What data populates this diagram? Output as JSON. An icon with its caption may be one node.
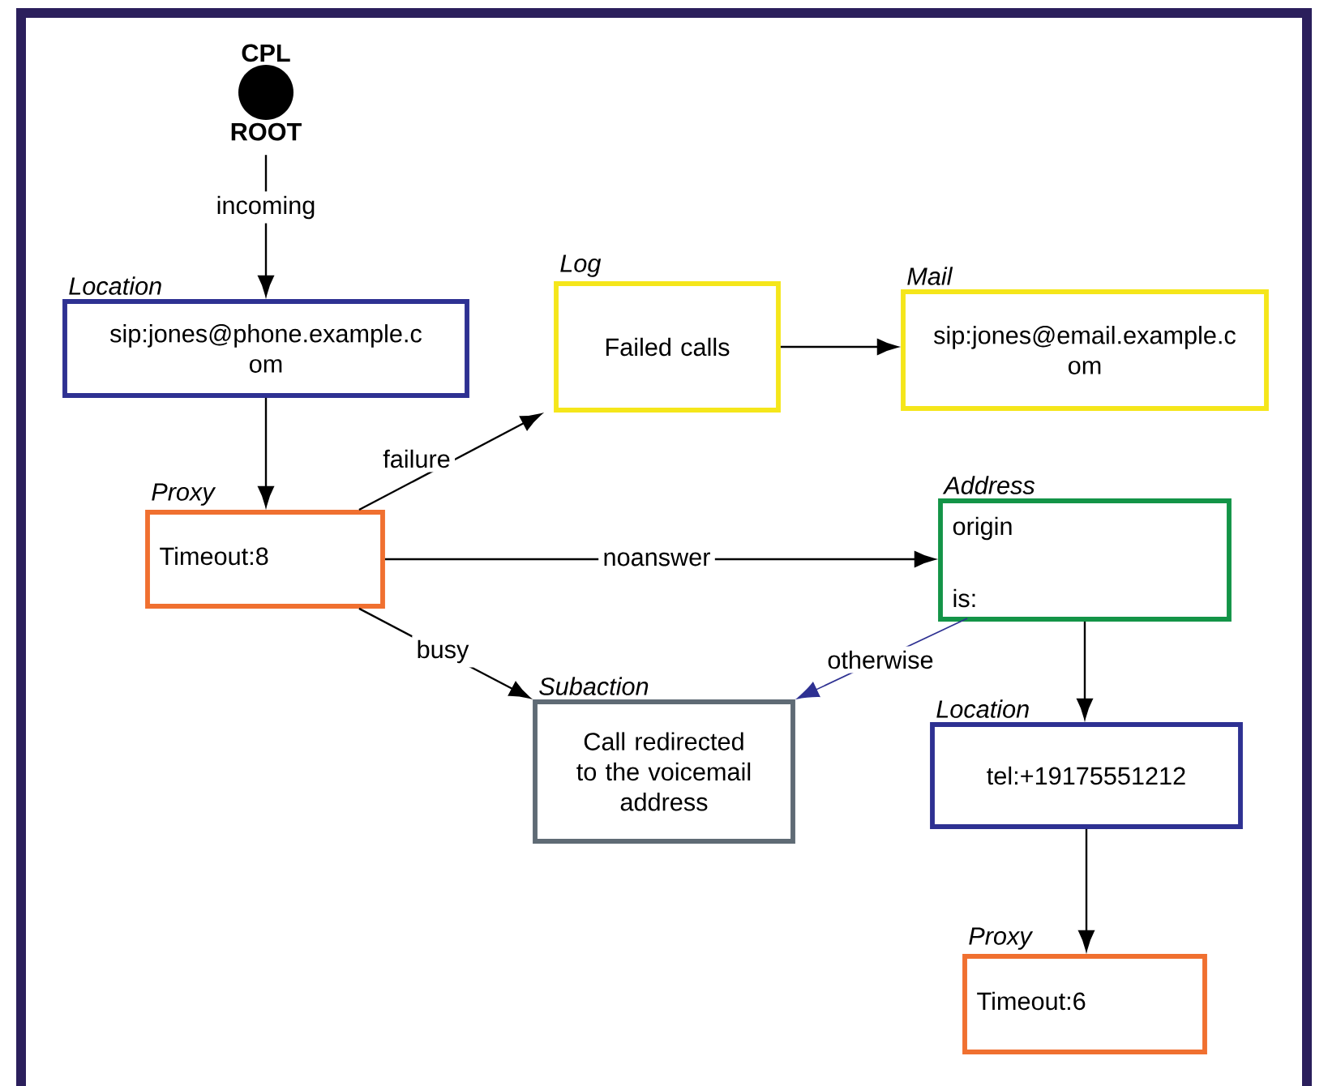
{
  "diagram": {
    "nodes": [
      {
        "text": [
          "CPL",
          "ROOT"
        ]
      },
      {
        "text": [
          "Location",
          "sip:jones@phone.example.c om"
        ]
      },
      {
        "text": [
          "Log",
          "Failed calls"
        ]
      },
      {
        "text": [
          "Mail",
          "sip:jones@email.example.c om"
        ]
      },
      {
        "text": [
          "Proxy",
          "Timeout:8"
        ]
      },
      {
        "text": [
          "Address",
          "origin",
          "is:"
        ]
      },
      {
        "text": [
          "Subaction",
          "Call redirected to the voicemail address"
        ]
      },
      {
        "text": [
          "Location",
          "tel:+19175551212"
        ]
      },
      {
        "text": [
          "Proxy",
          "Timeout:6"
        ]
      }
    ],
    "edges": [
      {
        "from": 0,
        "to": 1,
        "arrow": "to",
        "label": "incoming"
      },
      {
        "from": 1,
        "to": 4,
        "arrow": "to"
      },
      {
        "from": 4,
        "to": 2,
        "arrow": "to",
        "label": "failure"
      },
      {
        "from": 2,
        "to": 3,
        "arrow": "to"
      },
      {
        "from": 4,
        "to": 5,
        "arrow": "to",
        "label": "noanswer"
      },
      {
        "from": 4,
        "to": 6,
        "arrow": "to",
        "label": "busy"
      },
      {
        "from": 5,
        "to": 6,
        "arrow": "to",
        "label": "otherwise",
        "color": "#2e3192"
      },
      {
        "from": 5,
        "to": 7,
        "arrow": "to"
      },
      {
        "from": 7,
        "to": 8,
        "arrow": "to"
      }
    ]
  }
}
